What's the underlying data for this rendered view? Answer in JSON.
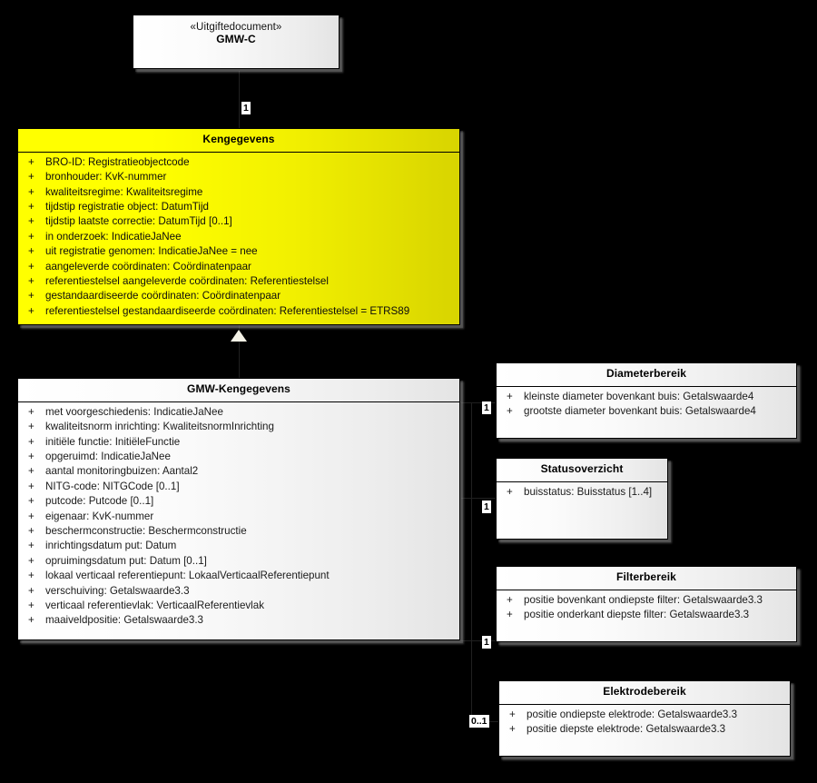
{
  "diagram": {
    "title": "GMW-C UML class diagram",
    "background_color": "#000000",
    "highlight_color": "#ffff00"
  },
  "classes": {
    "gmwc": {
      "stereotype": "«Uitgiftedocument»",
      "name": "GMW-C",
      "attributes": []
    },
    "kengegevens": {
      "name": "Kengegevens",
      "attributes": [
        {
          "vis": "+",
          "text": "BRO-ID: Registratieobjectcode"
        },
        {
          "vis": "+",
          "text": "bronhouder: KvK-nummer"
        },
        {
          "vis": "+",
          "text": "kwaliteitsregime: Kwaliteitsregime"
        },
        {
          "vis": "+",
          "text": "tijdstip registratie object: DatumTijd"
        },
        {
          "vis": "+",
          "text": "tijdstip laatste correctie: DatumTijd [0..1]"
        },
        {
          "vis": "+",
          "text": "in onderzoek: IndicatieJaNee"
        },
        {
          "vis": "+",
          "text": "uit registratie genomen: IndicatieJaNee = nee"
        },
        {
          "vis": "+",
          "text": "aangeleverde coördinaten: Coördinatenpaar"
        },
        {
          "vis": "+",
          "text": "referentiestelsel aangeleverde coördinaten: Referentiestelsel"
        },
        {
          "vis": "+",
          "text": "gestandaardiseerde coördinaten: Coördinatenpaar"
        },
        {
          "vis": "+",
          "text": "referentiestelsel gestandaardiseerde coördinaten: Referentiestelsel = ETRS89"
        }
      ]
    },
    "gmw_kengegevens": {
      "name": "GMW-Kengegevens",
      "attributes": [
        {
          "vis": "+",
          "text": "met voorgeschiedenis: IndicatieJaNee"
        },
        {
          "vis": "+",
          "text": "kwaliteitsnorm inrichting: KwaliteitsnormInrichting"
        },
        {
          "vis": "+",
          "text": "initiële functie: InitiëleFunctie"
        },
        {
          "vis": "+",
          "text": "opgeruimd: IndicatieJaNee"
        },
        {
          "vis": "+",
          "text": "aantal monitoringbuizen: Aantal2"
        },
        {
          "vis": "+",
          "text": "NITG-code: NITGCode [0..1]"
        },
        {
          "vis": "+",
          "text": "putcode: Putcode [0..1]"
        },
        {
          "vis": "+",
          "text": "eigenaar: KvK-nummer"
        },
        {
          "vis": "+",
          "text": "beschermconstructie: Beschermconstructie"
        },
        {
          "vis": "+",
          "text": "inrichtingsdatum put: Datum"
        },
        {
          "vis": "+",
          "text": "opruimingsdatum put: Datum [0..1]"
        },
        {
          "vis": "+",
          "text": "lokaal verticaal referentiepunt: LokaalVerticaalReferentiepunt"
        },
        {
          "vis": "+",
          "text": "verschuiving: Getalswaarde3.3"
        },
        {
          "vis": "+",
          "text": "verticaal referentievlak: VerticaalReferentievlak"
        },
        {
          "vis": "+",
          "text": "maaiveldpositie: Getalswaarde3.3"
        }
      ]
    },
    "diameterbereik": {
      "name": "Diameterbereik",
      "attributes": [
        {
          "vis": "+",
          "text": "kleinste diameter bovenkant buis: Getalswaarde4"
        },
        {
          "vis": "+",
          "text": "grootste diameter bovenkant buis: Getalswaarde4"
        }
      ]
    },
    "statusoverzicht": {
      "name": "Statusoverzicht",
      "attributes": [
        {
          "vis": "+",
          "text": "buisstatus: Buisstatus [1..4]"
        }
      ]
    },
    "filterbereik": {
      "name": "Filterbereik",
      "attributes": [
        {
          "vis": "+",
          "text": "positie bovenkant ondiepste filter: Getalswaarde3.3"
        },
        {
          "vis": "+",
          "text": "positie onderkant diepste filter: Getalswaarde3.3"
        }
      ]
    },
    "elektrodebereik": {
      "name": "Elektrodebereik",
      "attributes": [
        {
          "vis": "+",
          "text": "positie ondiepste elektrode: Getalswaarde3.3"
        },
        {
          "vis": "+",
          "text": "positie diepste elektrode: Getalswaarde3.3"
        }
      ]
    }
  },
  "multiplicities": {
    "gmwc_to_kengegevens": "1",
    "to_diameterbereik": "1",
    "to_statusoverzicht": "1",
    "to_filterbereik": "1",
    "to_elektrodebereik": "0..1"
  },
  "relationships": [
    {
      "from": "GMW-C",
      "to": "Kengegevens",
      "type": "composition",
      "multiplicity": "1"
    },
    {
      "from": "GMW-Kengegevens",
      "to": "Kengegevens",
      "type": "generalization",
      "multiplicity": ""
    },
    {
      "from": "GMW-Kengegevens",
      "to": "Diameterbereik",
      "type": "composition",
      "multiplicity": "1"
    },
    {
      "from": "GMW-Kengegevens",
      "to": "Statusoverzicht",
      "type": "composition",
      "multiplicity": "1"
    },
    {
      "from": "GMW-Kengegevens",
      "to": "Filterbereik",
      "type": "composition",
      "multiplicity": "1"
    },
    {
      "from": "GMW-Kengegevens",
      "to": "Elektrodebereik",
      "type": "composition",
      "multiplicity": "0..1"
    }
  ]
}
